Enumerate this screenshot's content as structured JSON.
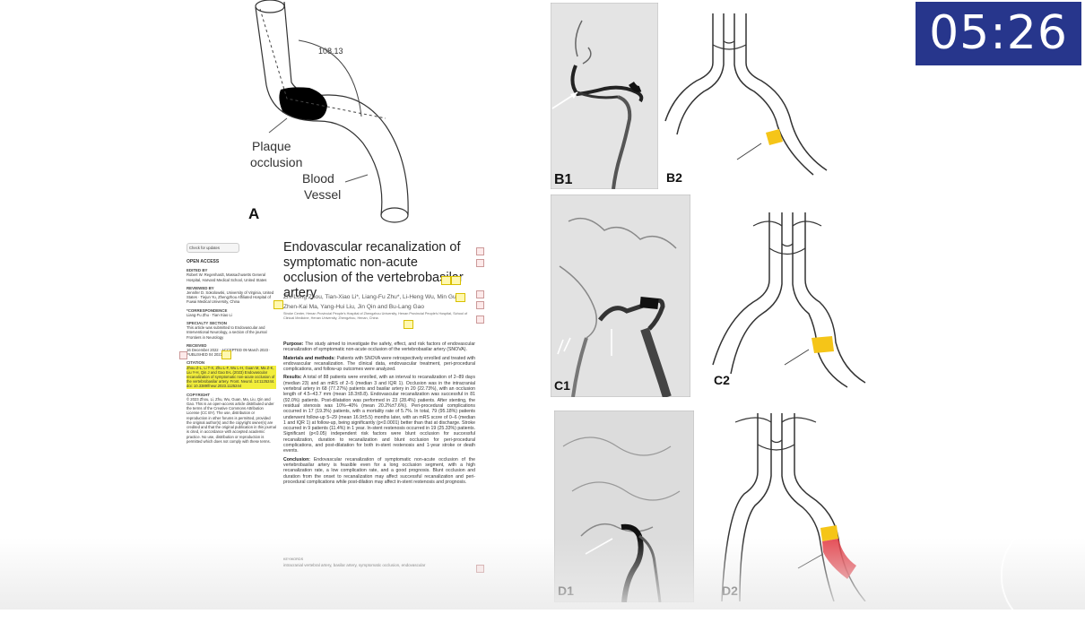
{
  "timer": "05:26",
  "figure_a": {
    "label": "A",
    "angle": "108.13",
    "plaque_label_1": "Plaque",
    "plaque_label_2": "occlusion",
    "vessel_label_1": "Blood",
    "vessel_label_2": "Vessel"
  },
  "panels": {
    "b1": "B1",
    "b2": "B2",
    "c1": "C1",
    "c2": "C2",
    "d1": "D1",
    "d2": "D2"
  },
  "colors": {
    "timer_bg": "#27368c",
    "highlight_yellow": "#f5c518",
    "lesion_red": "#e0303a"
  },
  "paper": {
    "check_updates": "Check for updates",
    "open_access": "OPEN ACCESS",
    "sidebar": [
      {
        "cap": "EDITED BY",
        "text": "Robert W. Regenhardt, Massachusetts General Hospital, Harvard Medical School, United States"
      },
      {
        "cap": "REVIEWED BY",
        "text": "Jennifer D. Sokolowski, University of Virginia, United States · Tiejun Yu, Zhengzhou Affiliated Hospital of Fuwai Medical University, China"
      },
      {
        "cap": "*CORRESPONDENCE",
        "text": "Liang-Fu Zhu · Tian-Xiao Li"
      },
      {
        "cap": "SPECIALTY SECTION",
        "text": "This article was submitted to Endovascular and Interventional Neurology, a section of the journal Frontiers in Neurology"
      },
      {
        "cap": "RECEIVED",
        "text": "16 December 2022 · ACCEPTED 09 March 2023 · PUBLISHED 04 2023"
      },
      {
        "cap": "CITATION",
        "text": "Zhou Z-L, Li T-X, Zhu L-F, Wu L-H, Guan M, Ma Z-K, Liu Y-H, Qin J and Gao B-L (2023) Endovascular recanalization of symptomatic non-acute occlusion of the vertebrobasilar artery. Front. Neurol. 14:1125244. doi: 10.3389/fneur.2023.1125244"
      },
      {
        "cap": "COPYRIGHT",
        "text": "© 2023 Zhou, Li, Zhu, Wu, Guan, Ma, Liu, Qin and Gao. This is an open-access article distributed under the terms of the Creative Commons Attribution License (CC BY). The use, distribution or reproduction in other forums is permitted, provided the original author(s) and the copyright owner(s) are credited and that the original publication in this journal is cited, in accordance with accepted academic practice. No use, distribution or reproduction is permitted which does not comply with these terms."
      }
    ],
    "title": "Endovascular recanalization of symptomatic non-acute occlusion of the vertebrobasilar artery",
    "authors": "Zhi-Long Zhou, Tian-Xiao Li*, Liang-Fu Zhu*, Li-Heng Wu, Min Guan, Zhen-Kai Ma, Yang-Hui Liu, Jin Qin and Bu-Lang Gao",
    "affiliation": "Stroke Center, Henan Provincial People's Hospital of Zhengzhou University, Henan Provincial People's Hospital, School of Clinical Medicine, Henan University, Zhengzhou, Henan, China",
    "abstract": [
      {
        "head": "Purpose:",
        "body": "The study aimed to investigate the safety, effect, and risk factors of endovascular recanalization of symptomatic non-acute occlusion of the vertebrobasilar artery (SNOVA)."
      },
      {
        "head": "Materials and methods:",
        "body": "Patients with SNOVA were retrospectively enrolled and treated with endovascular recanalization. The clinical data, endovascular treatment, peri-procedural complications, and follow-up outcomes were analyzed."
      },
      {
        "head": "Results:",
        "body": "A total of 88 patients were enrolled, with an interval to recanalization of 2–89 days (median 23) and an mRS of 2–5 (median 3 and IQR 1). Occlusion was in the intracranial vertebral artery in 68 (77.27%) patients and basilar artery in 20 (22.73%), with an occlusion length of 4.5–43.7 mm (mean 18.3±8.8). Endovascular recanalization was successful in 81 (92.0%) patients. Post-dilatation was performed in 23 (28.4%) patients. After stenting, the residual stenosis was 10%–40% (mean 20.2%±7.6%). Peri-procedural complications occurred in 17 (19.3%) patients, with a mortality rate of 5.7%. In total, 79 (95.18%) patients underwent follow-up 5–29 (mean 16.9±5.5) months later, with an mRS score of 0–6 (median 1 and IQR 1) at follow-up, being significantly (p<0.0001) better than that at discharge. Stroke occurred in 9 patients (11.4%) in 1 year. In-stent restenosis occurred in 19 (25.33%) patients. Significant (p<0.05) independent risk factors were blunt occlusion for successful recanalization, duration to recanalization and blunt occlusion for peri-procedural complications, and post-dilatation for both in-stent restenosis and 1-year stroke or death events."
      },
      {
        "head": "Conclusion:",
        "body": "Endovascular recanalization of symptomatic non-acute occlusion of the vertebrobasilar artery is feasible even for a long occlusion segment, with a high recanalization rate, a low complication rate, and a good prognosis. Blunt occlusion and duration from the onset to recanalization may affect successful recanalization and peri-procedural complications while post-dilation may affect in-stent restenosis and prognosis."
      }
    ],
    "keywords_cap": "KEYWORDS",
    "keywords": "intracranial vertebral artery, basilar artery, symptomatic occlusion, endovascular"
  }
}
